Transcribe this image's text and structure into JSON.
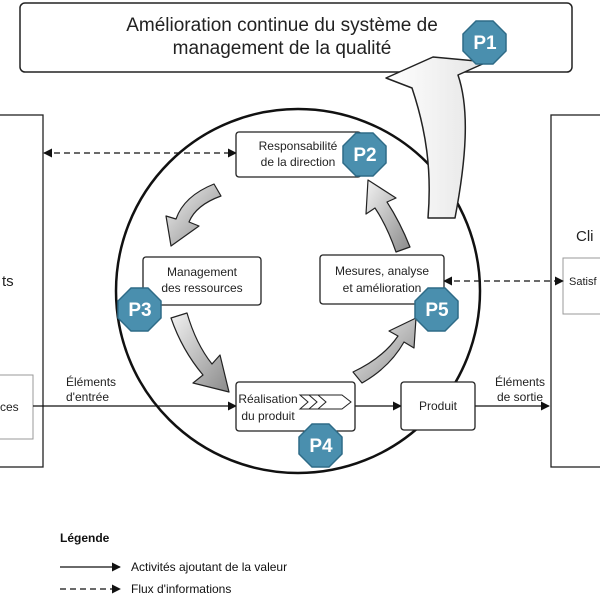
{
  "title": {
    "line1": "Amélioration continue du système de",
    "line2": "management de la qualité"
  },
  "processes": {
    "responsabilite": {
      "line1": "Responsabilité",
      "line2": "de la direction"
    },
    "management": {
      "line1": "Management",
      "line2": "des ressources"
    },
    "mesures": {
      "line1": "Mesures, analyse",
      "line2": "et amélioration"
    },
    "realisation": {
      "line1": "Réalisation",
      "line2": "du produit"
    },
    "produit": "Produit"
  },
  "left_panel": {
    "fragment_upper": "ts",
    "fragment_lower": "ces"
  },
  "right_panel": {
    "fragment_upper": "Cli",
    "fragment_lower": "Satisf"
  },
  "flow_labels": {
    "input_line1": "Éléments",
    "input_line2": "d'entrée",
    "output_line1": "Éléments",
    "output_line2": "de sortie"
  },
  "badges": {
    "p1": "P1",
    "p2": "P2",
    "p3": "P3",
    "p4": "P4",
    "p5": "P5",
    "color": "#4a8fae"
  },
  "legend": {
    "heading": "Légende",
    "solid_label": "Activités ajoutant de la valeur",
    "dashed_label": "Flux d'informations"
  }
}
